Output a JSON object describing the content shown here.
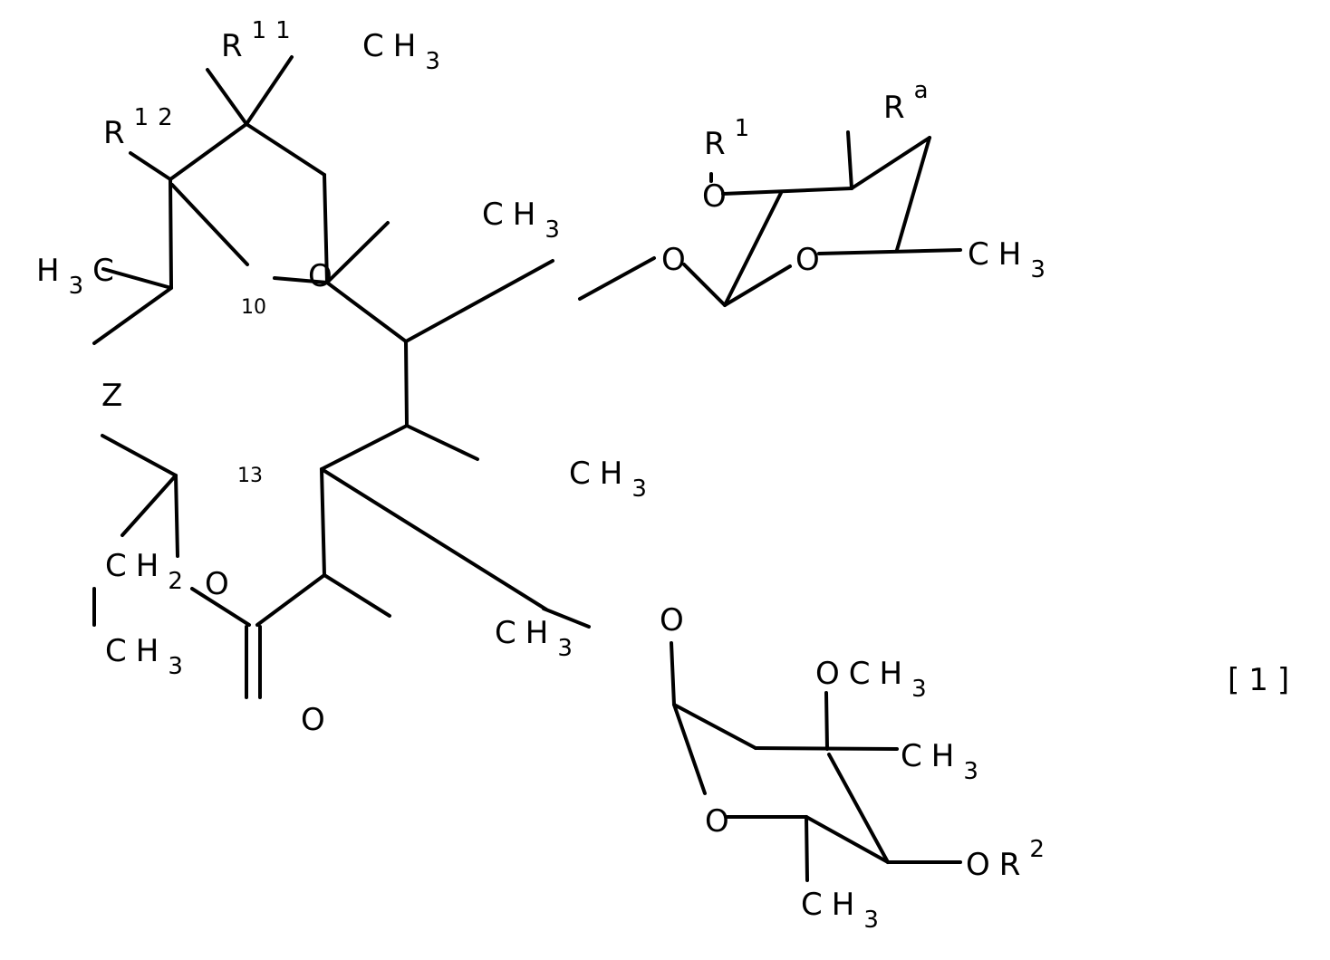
{
  "figure": {
    "type": "chemical-structure",
    "formula_number": "[1]",
    "background": "#ffffff",
    "ink": "#000000"
  },
  "labels": {
    "r11": {
      "main": "R",
      "sup": "11"
    },
    "ch3_top": {
      "main": "CH",
      "sub": "3"
    },
    "r12": {
      "main": "R",
      "sup": "12"
    },
    "ch3_c6": {
      "main": "CH",
      "sub": "3"
    },
    "h3c_left": {
      "pre": "H",
      "sub": "3",
      "post": "C"
    },
    "o_ring": "O",
    "pos10": "10",
    "z": "Z",
    "pos13": "13",
    "ch2": {
      "main": "CH",
      "sub": "2"
    },
    "ch3_ethyl": {
      "main": "CH",
      "sub": "3"
    },
    "o_lactone": "O",
    "o_carbonyl": "O",
    "ch3_c2": {
      "main": "CH",
      "sub": "3"
    },
    "ch3_c4": {
      "main": "CH",
      "sub": "3"
    },
    "o_glyco_top": "O",
    "r1": {
      "main": "R",
      "sup": "1"
    },
    "o_r1": "O",
    "ra": {
      "main": "R",
      "sup": "a"
    },
    "o_desosamine_ring": "O",
    "ch3_desosamine": {
      "main": "CH",
      "sub": "3"
    },
    "o_glyco_bottom": "O",
    "och3": {
      "main": "OCH",
      "sub": "3"
    },
    "ch3_cladinose_c3": {
      "main": "CH",
      "sub": "3"
    },
    "o_cladinose_ring": "O",
    "or2": {
      "main": "OR",
      "sup": "2"
    },
    "ch3_cladinose_c5": {
      "main": "CH",
      "sub": "3"
    }
  }
}
